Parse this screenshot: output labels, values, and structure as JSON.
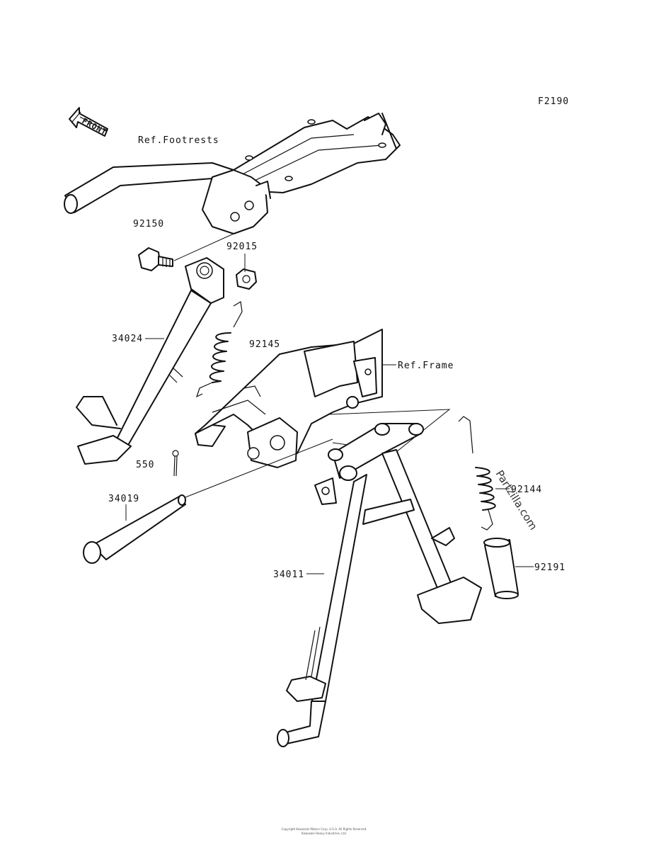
{
  "figure_code": "F2190",
  "front_arrow": {
    "text": "FRONT",
    "icon": "front-arrow-icon"
  },
  "references": {
    "footrests": "Ref.Footrests",
    "frame": "Ref.Frame"
  },
  "callouts": {
    "p92150": "92150",
    "p92015": "92015",
    "p34024": "34024",
    "p92145": "92145",
    "p550": "550",
    "p34019": "34019",
    "p92144": "92144",
    "p34011": "34011",
    "p92191": "92191"
  },
  "watermark": "Partzilla.com",
  "footer": {
    "line1": "Copyright Kawasaki Motors Corp. U.S.A. All Rights Reserved.",
    "line2": "Kawasaki Heavy Industries, Ltd."
  }
}
